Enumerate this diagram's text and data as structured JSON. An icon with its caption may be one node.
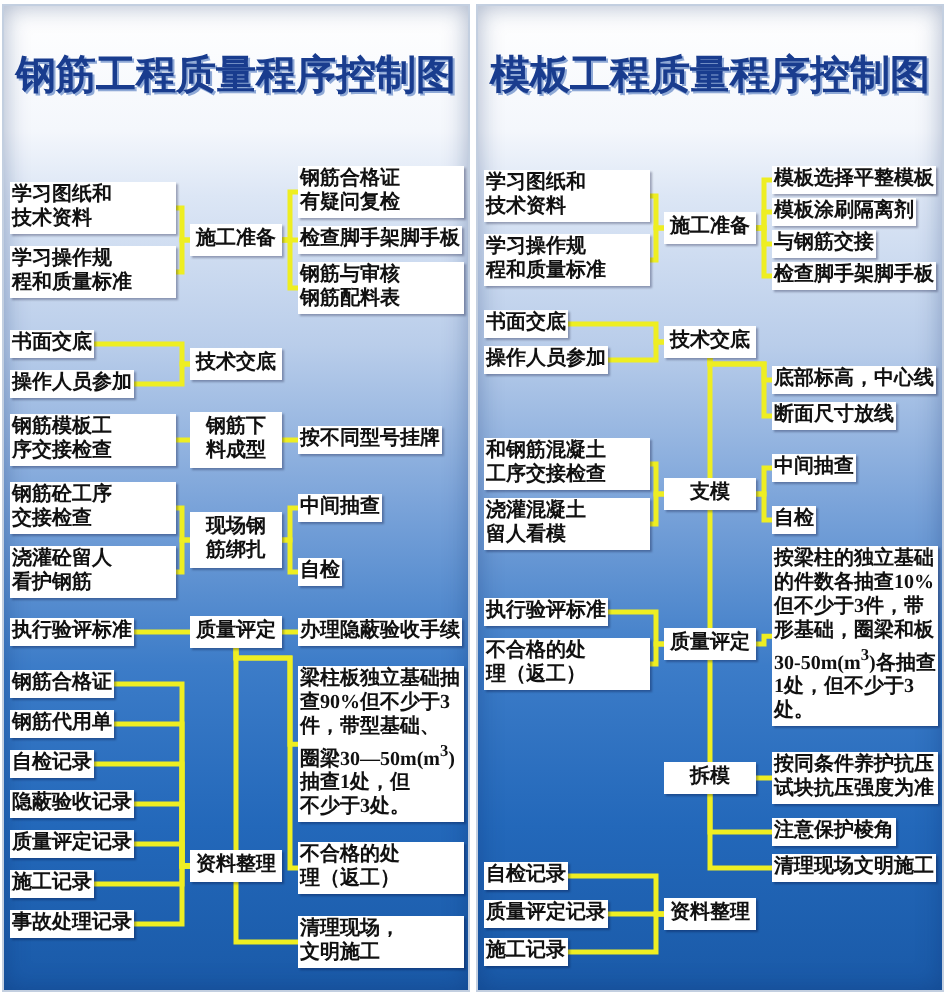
{
  "diagram": {
    "nodes": [
      {
        "text": [
          "钢筋工程质量程序控制图"
        ]
      },
      {
        "text": [
          "学习图纸和技术资料"
        ],
        "in": 0
      },
      {
        "text": [
          "学习操作规程和质量标准"
        ],
        "in": 0
      },
      {
        "text": [
          "施工准备"
        ],
        "in": 0
      },
      {
        "text": [
          "钢筋合格证有疑问复检"
        ],
        "in": 0
      },
      {
        "text": [
          "检查脚手架脚手板"
        ],
        "in": 0
      },
      {
        "text": [
          "钢筋与审核钢筋配料表"
        ],
        "in": 0
      },
      {
        "text": [
          "书面交底"
        ],
        "in": 0
      },
      {
        "text": [
          "操作人员参加"
        ],
        "in": 0
      },
      {
        "text": [
          "技术交底"
        ],
        "in": 0
      },
      {
        "text": [
          "钢筋模板工序交接检查"
        ],
        "in": 0
      },
      {
        "text": [
          "钢筋下料成型"
        ],
        "in": 0
      },
      {
        "text": [
          "按不同型号挂牌"
        ],
        "in": 0
      },
      {
        "text": [
          "钢筋砼工序交接检查"
        ],
        "in": 0
      },
      {
        "text": [
          "浇灌砼留人看护钢筋"
        ],
        "in": 0
      },
      {
        "text": [
          "现场钢筋绑扎"
        ],
        "in": 0
      },
      {
        "text": [
          "中间抽查"
        ],
        "in": 0
      },
      {
        "text": [
          "自检"
        ],
        "in": 0
      },
      {
        "text": [
          "执行验评标准"
        ],
        "in": 0
      },
      {
        "text": [
          "质量评定"
        ],
        "in": 0
      },
      {
        "text": [
          "办理隐蔽验收手续"
        ],
        "in": 0
      },
      {
        "text": [
          "钢筋合格证"
        ],
        "in": 0
      },
      {
        "text": [
          "钢筋代用单"
        ],
        "in": 0
      },
      {
        "text": [
          "自检记录"
        ],
        "in": 0
      },
      {
        "text": [
          "梁柱板独立基础抽查90%但不少于3件，带型基础、圈梁30—50m(m$^{3}$)抽查1处，但不少于3处。"
        ],
        "in": 0
      },
      {
        "text": [
          "隐蔽验收记录"
        ],
        "in": 0
      },
      {
        "text": [
          "质量评定记录"
        ],
        "in": 0
      },
      {
        "text": [
          "资料整理"
        ],
        "in": 0
      },
      {
        "text": [
          "不合格的处理（返工）"
        ],
        "in": 0
      },
      {
        "text": [
          "施工记录"
        ],
        "in": 0
      },
      {
        "text": [
          "清理现场，文明施工"
        ],
        "in": 0
      },
      {
        "text": [
          "事故处理记录"
        ],
        "in": 0
      },
      {
        "text": [
          "模板工程质量程序控制图"
        ]
      },
      {
        "text": [
          "学习图纸和技术资料"
        ],
        "in": 32
      },
      {
        "text": [
          "学习操作规程和质量标准"
        ],
        "in": 32
      },
      {
        "text": [
          "施工准备"
        ],
        "in": 32
      },
      {
        "text": [
          "模板选择平整模板"
        ],
        "in": 32
      },
      {
        "text": [
          "模板涂刷隔离剂"
        ],
        "in": 32
      },
      {
        "text": [
          "与钢筋交接"
        ],
        "in": 32
      },
      {
        "text": [
          "检查脚手架脚手板"
        ],
        "in": 32
      },
      {
        "text": [
          "书面交底"
        ],
        "in": 32
      },
      {
        "text": [
          "操作人员参加"
        ],
        "in": 32
      },
      {
        "text": [
          "技术交底"
        ],
        "in": 32
      },
      {
        "text": [
          "底部标高，中心线"
        ],
        "in": 32
      },
      {
        "text": [
          "断面尺寸放线"
        ],
        "in": 32
      },
      {
        "text": [
          "和钢筋混凝土工序交接检查"
        ],
        "in": 32
      },
      {
        "text": [
          "浇灌混凝土留人看模"
        ],
        "in": 32
      },
      {
        "text": [
          "支模"
        ],
        "in": 32
      },
      {
        "text": [
          "中间抽查"
        ],
        "in": 32
      },
      {
        "text": [
          "自检"
        ],
        "in": 32
      },
      {
        "text": [
          "按梁柱的独立基础的件数各抽查10%但不少于3件，带形基础，圈梁和板30-50m(m$^{3}$)各抽查1处，但不少于3处。"
        ],
        "in": 32
      },
      {
        "text": [
          "执行验评标准"
        ],
        "in": 32
      },
      {
        "text": [
          "不合格的处理（返工）"
        ],
        "in": 32
      },
      {
        "text": [
          "质量评定"
        ],
        "in": 32
      },
      {
        "text": [
          "拆模"
        ],
        "in": 32
      },
      {
        "text": [
          "按同条件养护抗压试块抗压强度为准"
        ],
        "in": 32
      },
      {
        "text": [
          "注意保护棱角"
        ],
        "in": 32
      },
      {
        "text": [
          "清理现场文明施工"
        ],
        "in": 32
      },
      {
        "text": [
          "自检记录"
        ],
        "in": 32
      },
      {
        "text": [
          "质量评定记录"
        ],
        "in": 32
      },
      {
        "text": [
          "资料整理"
        ],
        "in": 32
      },
      {
        "text": [
          "施工记录"
        ],
        "in": 32
      }
    ],
    "edges": [
      {
        "from": 1,
        "to": 3,
        "arrow": "none"
      },
      {
        "from": 2,
        "to": 3,
        "arrow": "none"
      },
      {
        "from": 3,
        "to": 4,
        "arrow": "none"
      },
      {
        "from": 3,
        "to": 5,
        "arrow": "none"
      },
      {
        "from": 3,
        "to": 6,
        "arrow": "none"
      },
      {
        "from": 7,
        "to": 9,
        "arrow": "none"
      },
      {
        "from": 8,
        "to": 9,
        "arrow": "none"
      },
      {
        "from": 10,
        "to": 11,
        "arrow": "none"
      },
      {
        "from": 11,
        "to": 12,
        "arrow": "none"
      },
      {
        "from": 13,
        "to": 15,
        "arrow": "none"
      },
      {
        "from": 14,
        "to": 15,
        "arrow": "none"
      },
      {
        "from": 15,
        "to": 16,
        "arrow": "none"
      },
      {
        "from": 15,
        "to": 17,
        "arrow": "none"
      },
      {
        "from": 18,
        "to": 19,
        "arrow": "none"
      },
      {
        "from": 19,
        "to": 20,
        "arrow": "none"
      },
      {
        "from": 19,
        "to": 24,
        "arrow": "none"
      },
      {
        "from": 19,
        "to": 28,
        "arrow": "none"
      },
      {
        "from": 19,
        "to": 27,
        "arrow": "none"
      },
      {
        "from": 21,
        "to": 27,
        "arrow": "none"
      },
      {
        "from": 22,
        "to": 27,
        "arrow": "none"
      },
      {
        "from": 23,
        "to": 27,
        "arrow": "none"
      },
      {
        "from": 25,
        "to": 27,
        "arrow": "none"
      },
      {
        "from": 26,
        "to": 27,
        "arrow": "none"
      },
      {
        "from": 29,
        "to": 27,
        "arrow": "none"
      },
      {
        "from": 31,
        "to": 27,
        "arrow": "none"
      },
      {
        "from": 27,
        "to": 30,
        "arrow": "none"
      },
      {
        "from": 33,
        "to": 35,
        "arrow": "none"
      },
      {
        "from": 34,
        "to": 35,
        "arrow": "none"
      },
      {
        "from": 35,
        "to": 36,
        "arrow": "none"
      },
      {
        "from": 35,
        "to": 37,
        "arrow": "none"
      },
      {
        "from": 35,
        "to": 38,
        "arrow": "none"
      },
      {
        "from": 35,
        "to": 39,
        "arrow": "none"
      },
      {
        "from": 40,
        "to": 42,
        "arrow": "none"
      },
      {
        "from": 41,
        "to": 42,
        "arrow": "none"
      },
      {
        "from": 42,
        "to": 43,
        "arrow": "none"
      },
      {
        "from": 42,
        "to": 44,
        "arrow": "none"
      },
      {
        "from": 42,
        "to": 47,
        "arrow": "none"
      },
      {
        "from": 45,
        "to": 47,
        "arrow": "none"
      },
      {
        "from": 46,
        "to": 47,
        "arrow": "none"
      },
      {
        "from": 47,
        "to": 48,
        "arrow": "none"
      },
      {
        "from": 47,
        "to": 49,
        "arrow": "none"
      },
      {
        "from": 47,
        "to": 53,
        "arrow": "none"
      },
      {
        "from": 53,
        "to": 50,
        "arrow": "none"
      },
      {
        "from": 51,
        "to": 53,
        "arrow": "none"
      },
      {
        "from": 52,
        "to": 53,
        "arrow": "none"
      },
      {
        "from": 53,
        "to": 54,
        "arrow": "none"
      },
      {
        "from": 54,
        "to": 55,
        "arrow": "none"
      },
      {
        "from": 54,
        "to": 56,
        "arrow": "none"
      },
      {
        "from": 54,
        "to": 57,
        "arrow": "none"
      },
      {
        "from": 58,
        "to": 60,
        "arrow": "none"
      },
      {
        "from": 59,
        "to": 60,
        "arrow": "none"
      },
      {
        "from": 61,
        "to": 60,
        "arrow": "none"
      }
    ]
  }
}
